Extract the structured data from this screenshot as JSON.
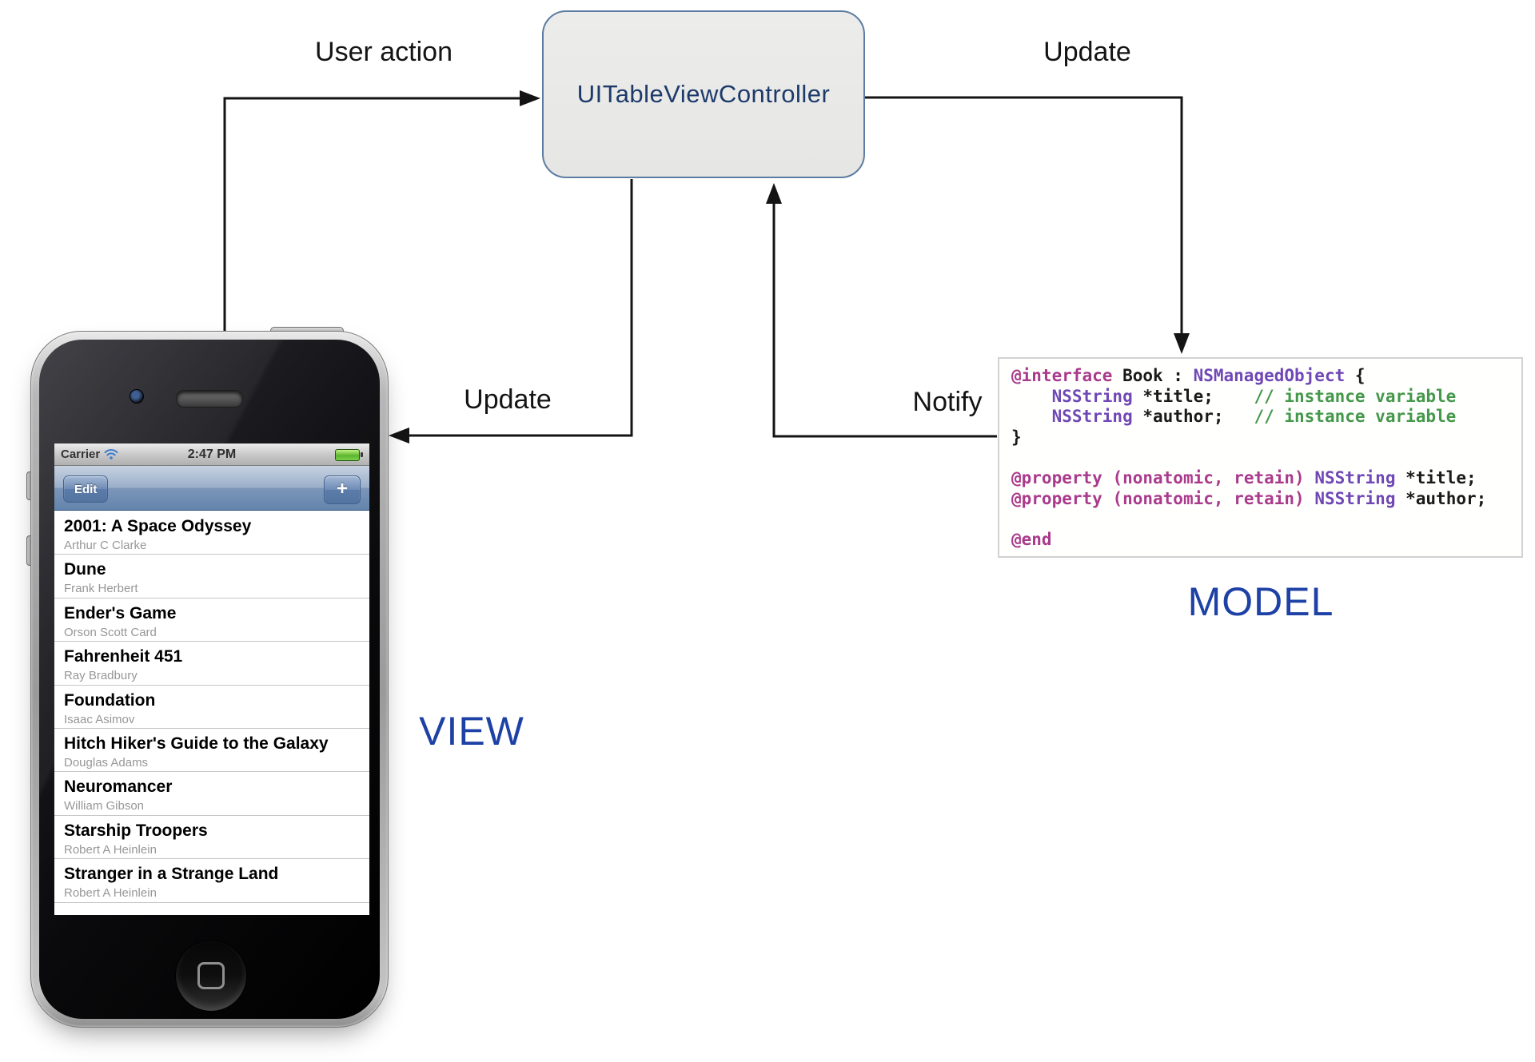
{
  "diagram": {
    "controller": {
      "label": "UITableViewController"
    },
    "arrows": {
      "user_action": "User action",
      "update_left": "Update",
      "update_right": "Update",
      "notify": "Notify"
    },
    "view_label": "VIEW",
    "model_label": "MODEL",
    "colors": {
      "big_label_blue": "#1e41a6",
      "controller_text": "#1d3a6b",
      "controller_fill": "#e9e9e7",
      "controller_border": "#5d7ca3",
      "arrow_black": "#141414",
      "code_keyword": "#aa3a8c",
      "code_class": "#7048b6",
      "code_comment": "#44984a",
      "battery_green": "#5cb52e"
    }
  },
  "model_code": {
    "lines": [
      [
        [
          "kw",
          "@interface"
        ],
        [
          "p",
          " Book : "
        ],
        [
          "cls",
          "NSManagedObject"
        ],
        [
          "p",
          " {"
        ]
      ],
      [
        [
          "p",
          "    "
        ],
        [
          "cls",
          "NSString"
        ],
        [
          "p",
          " *title;    "
        ],
        [
          "cmt",
          "// instance variable"
        ]
      ],
      [
        [
          "p",
          "    "
        ],
        [
          "cls",
          "NSString"
        ],
        [
          "p",
          " *author;   "
        ],
        [
          "cmt",
          "// instance variable"
        ]
      ],
      [
        [
          "p",
          "}"
        ]
      ],
      [],
      [
        [
          "kw",
          "@property"
        ],
        [
          "p",
          " "
        ],
        [
          "kw",
          "(nonatomic, retain)"
        ],
        [
          "p",
          " "
        ],
        [
          "cls",
          "NSString"
        ],
        [
          "p",
          " *title;"
        ]
      ],
      [
        [
          "kw",
          "@property"
        ],
        [
          "p",
          " "
        ],
        [
          "kw",
          "(nonatomic, retain)"
        ],
        [
          "p",
          " "
        ],
        [
          "cls",
          "NSString"
        ],
        [
          "p",
          " *author;"
        ]
      ],
      [],
      [
        [
          "kw",
          "@end"
        ]
      ]
    ]
  },
  "phone": {
    "status_bar": {
      "carrier": "Carrier",
      "time": "2:47 PM"
    },
    "nav_bar": {
      "edit_label": "Edit",
      "add_label": "+"
    },
    "books": [
      {
        "title": "2001: A Space Odyssey",
        "author": "Arthur C Clarke"
      },
      {
        "title": "Dune",
        "author": "Frank Herbert"
      },
      {
        "title": "Ender's Game",
        "author": "Orson Scott Card"
      },
      {
        "title": "Fahrenheit 451",
        "author": "Ray Bradbury"
      },
      {
        "title": "Foundation",
        "author": "Isaac Asimov"
      },
      {
        "title": "Hitch Hiker's Guide to the Galaxy",
        "author": "Douglas Adams"
      },
      {
        "title": "Neuromancer",
        "author": "William Gibson"
      },
      {
        "title": "Starship Troopers",
        "author": "Robert A Heinlein"
      },
      {
        "title": "Stranger in a Strange Land",
        "author": "Robert A Heinlein"
      }
    ]
  }
}
